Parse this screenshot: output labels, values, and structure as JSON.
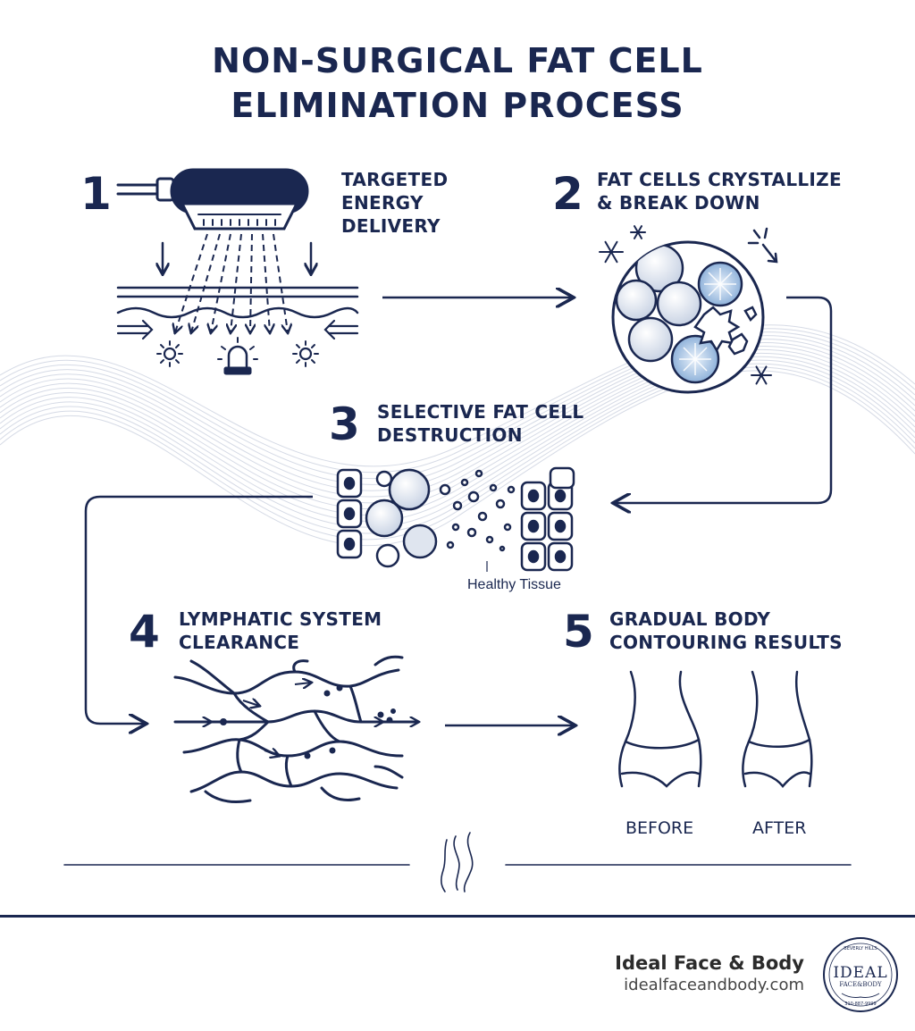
{
  "title": {
    "line1": "NON-SURGICAL FAT CELL",
    "line2": "ELIMINATION PROCESS"
  },
  "steps": [
    {
      "number": "1",
      "lines": [
        "TARGETED",
        "ENERGY",
        "DELIVERY"
      ]
    },
    {
      "number": "2",
      "lines": [
        "FAT CELLS CRYSTALLIZE",
        "& BREAK DOWN"
      ]
    },
    {
      "number": "3",
      "lines": [
        "SELECTIVE FAT CELL",
        "DESTRUCTION"
      ],
      "caption": "Healthy Tissue"
    },
    {
      "number": "4",
      "lines": [
        "LYMPHATIC SYSTEM",
        "CLEARANCE"
      ]
    },
    {
      "number": "5",
      "lines": [
        "GRADUAL BODY",
        "CONTOURING RESULTS"
      ],
      "before": "BEFORE",
      "after": "AFTER"
    }
  ],
  "footer": {
    "brand": "Ideal Face & Body",
    "url": "idealfaceandbody.com",
    "logo": {
      "top_text": "BEVERLY HILLS",
      "main_text": "IDEAL",
      "sub_text": "FACE&BODY",
      "phone": "310-887-9999"
    }
  },
  "colors": {
    "navy": "#1a2750",
    "ice": "#a9c4e4",
    "wave": "#c8cedd"
  }
}
